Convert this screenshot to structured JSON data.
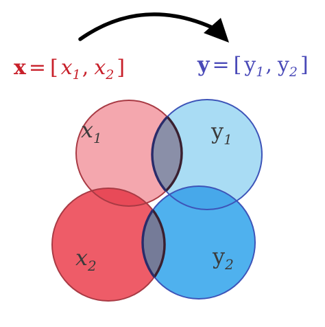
{
  "mapping_arrow": {
    "icon": "curved-arrow-icon",
    "color": "#000000"
  },
  "left_vector": {
    "symbol": "x",
    "equals": "=",
    "open_bracket": "[",
    "first_var": "x",
    "first_sub": "1",
    "comma": ",",
    "second_var": "x",
    "second_sub": "2",
    "close_bracket": "]",
    "color": "#c8202a"
  },
  "right_vector": {
    "symbol": "y",
    "equals": "=",
    "open_bracket": "[",
    "first_var": "y",
    "first_sub": "1",
    "comma": ",",
    "second_var": "y",
    "second_sub": "2",
    "close_bracket": "]",
    "color": "#4a4ab8"
  },
  "circles": [
    {
      "var": "x",
      "sub": "1",
      "fill": "#f4a7ae",
      "stroke": "#a83a44"
    },
    {
      "var": "y",
      "sub": "1",
      "fill": "#a9dcf4",
      "stroke": "#3d54b8"
    },
    {
      "var": "x",
      "sub": "2",
      "fill": "#ee5c68",
      "stroke": "#a83a44"
    },
    {
      "var": "y",
      "sub": "2",
      "fill": "#4fb1ee",
      "stroke": "#3d54b8"
    }
  ],
  "overlap_fill": "#8a8fa8",
  "label_color": "#3b3b3b"
}
